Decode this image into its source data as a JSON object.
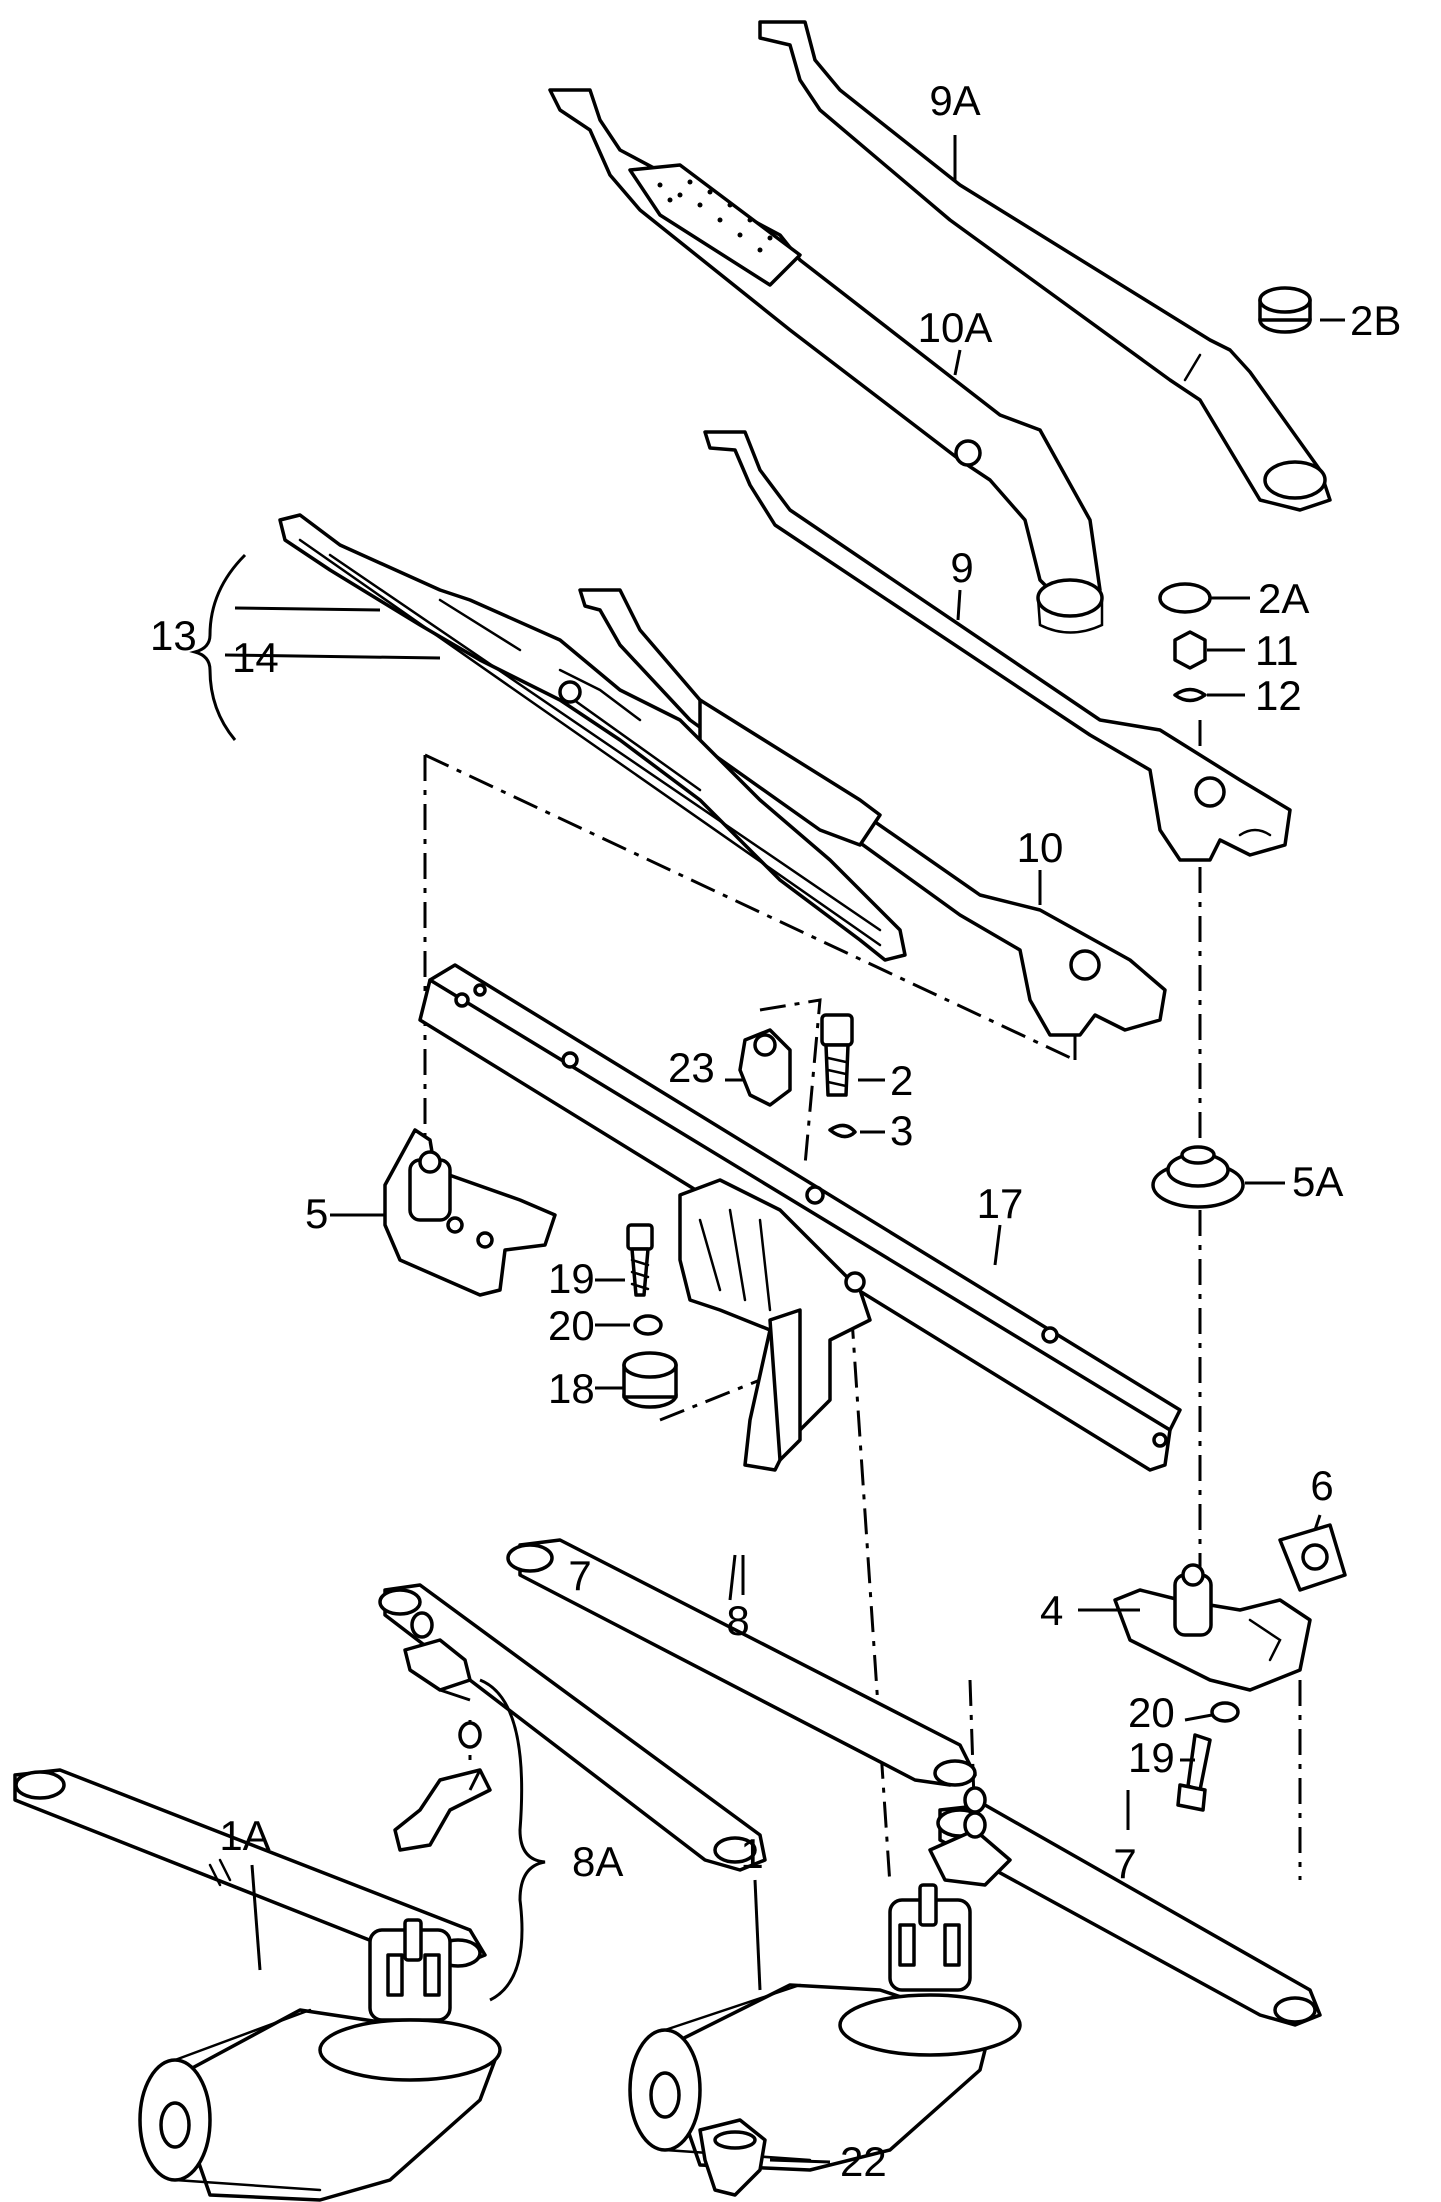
{
  "labels": {
    "p1": "1",
    "p1A": "1A",
    "p2": "2",
    "p2A": "2A",
    "p2B": "2B",
    "p3": "3",
    "p4": "4",
    "p5": "5",
    "p5A": "5A",
    "p6": "6",
    "p7a": "7",
    "p7b": "7",
    "p8": "8",
    "p8A": "8A",
    "p9": "9",
    "p9A": "9A",
    "p10": "10",
    "p10A": "10A",
    "p11": "11",
    "p12": "12",
    "p13": "13",
    "p14": "14",
    "p17": "17",
    "p18": "18",
    "p19a": "19",
    "p19b": "19",
    "p20a": "20",
    "p20b": "20",
    "p22": "22",
    "p23": "23"
  }
}
